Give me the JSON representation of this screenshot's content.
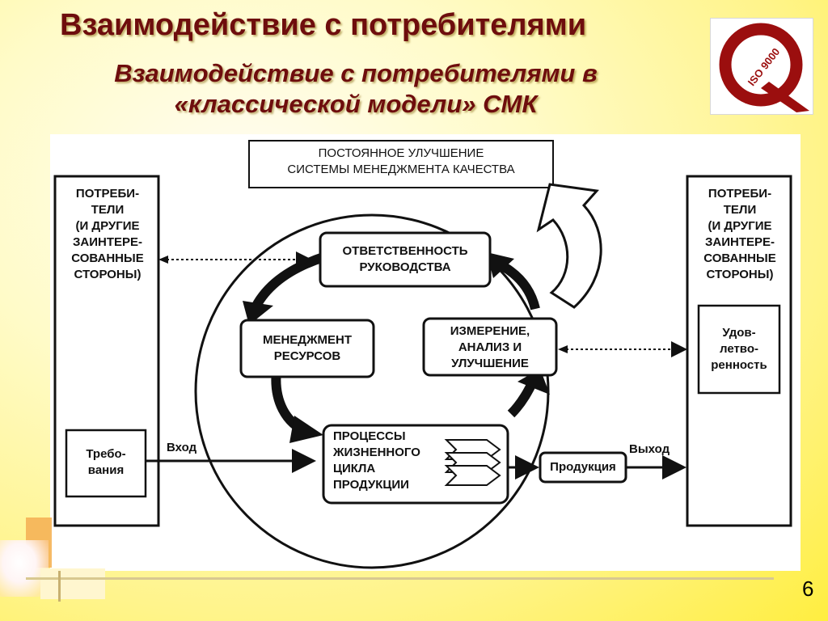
{
  "slide": {
    "title": "Взаимодействие с потребителями",
    "subtitle_line1": "Взаимодействие с потребителями в",
    "subtitle_line2": "«классической модели» СМК",
    "page_number": "6"
  },
  "logo": {
    "letter": "Q",
    "text": "ISO 9000",
    "color": "#9b0e0e"
  },
  "diagram": {
    "top_banner_line1": "ПОСТОЯННОЕ УЛУЧШЕНИЕ",
    "top_banner_line2": "СИСТЕМЫ МЕНЕДЖМЕНТА КАЧЕСТВА",
    "left_panel_lines": [
      "ПОТРЕБИ-",
      "ТЕЛИ",
      "(И ДРУГИЕ",
      "ЗАИНТЕРЕ-",
      "СОВАННЫЕ",
      "СТОРОНЫ)"
    ],
    "right_panel_lines": [
      "ПОТРЕБИ-",
      "ТЕЛИ",
      "(И ДРУГИЕ",
      "ЗАИНТЕРЕ-",
      "СОВАННЫЕ",
      "СТОРОНЫ)"
    ],
    "requirements_line1": "Требо-",
    "requirements_line2": "вания",
    "satisfaction_line1": "Удов-",
    "satisfaction_line2": "летво-",
    "satisfaction_line3": "ренность",
    "management_line1": "ОТВЕТСТВЕННОСТЬ",
    "management_line2": "РУКОВОДСТВА",
    "resources_line1": "МЕНЕДЖМЕНТ",
    "resources_line2": "РЕСУРСОВ",
    "measurement_line1": "ИЗМЕРЕНИЕ,",
    "measurement_line2": "АНАЛИЗ И",
    "measurement_line3": "УЛУЧШЕНИЕ",
    "processes_line1": "ПРОЦЕССЫ",
    "processes_line2": "ЖИЗНЕННОГО",
    "processes_line3": "ЦИКЛА",
    "processes_line4": "ПРОДУКЦИИ",
    "product_label": "Продукция",
    "input_label": "Вход",
    "output_label": "Выход"
  }
}
